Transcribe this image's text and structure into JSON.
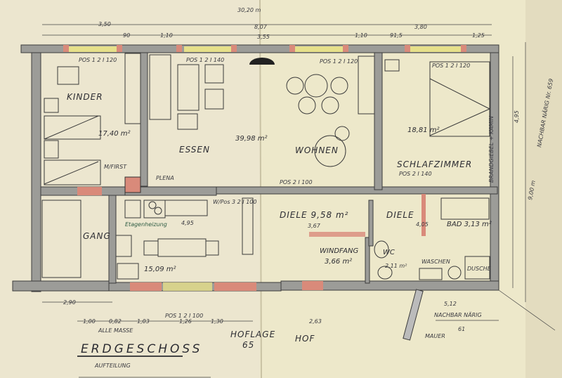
{
  "plan": {
    "title": "ERDGESCHOSS",
    "subtitle": "AUFTEILUNG",
    "note_dimensions": "ALLE MASSE",
    "overall_width": "30,20 m",
    "overall_depth": "9,00 m",
    "depth_dim": "4,95",
    "rooms": {
      "kinder": "KINDER",
      "kinder_area": "17,40 m²",
      "essen": "ESSEN",
      "wohnen": "WOHNEN",
      "wohnen_area": "39,98 m²",
      "schlafzimmer": "SCHLAFZIMMER",
      "schlaf_area": "18,81 m²",
      "gang": "GANG",
      "kueche_area": "15,09 m²",
      "kueche_dim": "4,95",
      "heizung": "Etagenheizung",
      "diele1": "DIELE 9,58 m²",
      "diele1_dim": "3,67",
      "diele2": "DIELE",
      "diele2_dim": "4,05",
      "bad": "BAD 3,13 m²",
      "windfang": "WINDFANG",
      "windfang_area": "3,66 m²",
      "wc": "WC",
      "wc_area": "2,11 m²",
      "waschen": "WASCHEN",
      "dusche": "DUSCHE",
      "plena": "PLENA",
      "first": "M/FIRST"
    },
    "windows": {
      "pos1": "POS 1 2 I 120",
      "pos1b": "POS 1 2 I 140",
      "pos2": "POS 1 2 I 120",
      "pos3": "POS 1 2 I 120",
      "pos_wp": "W/Pos 3 2 I 100",
      "pos_bottom": "POS 1 2 I 100",
      "pos_schlaf": "POS 2 I 140",
      "pos_wohn": "POS 2 I 100"
    },
    "dims_top": [
      "3,50",
      "90",
      "1,10",
      "8,07",
      "3,55",
      "1,10",
      "91,5",
      "3,80",
      "1,25"
    ],
    "dims_bottom": [
      "2,90",
      "1,00",
      "0,82",
      "1,03",
      "1,26",
      "1,30",
      "2,63"
    ],
    "outside": {
      "hoflage": "HOFLAGE",
      "hoflage_no": "65",
      "hof": "HOF",
      "nachbar": "NACHBAR NÄRIG",
      "nachbar_dim": "5,12",
      "nachbar_no": "61",
      "mauer": "MAUER",
      "brandgiebel": "BRANDGIEBEL + KAMIN",
      "nachbar_side": "NACHBAR NÄRIG Nr. 659"
    },
    "colors": {
      "paper": "#ece6cf",
      "wall": "#9c9c98",
      "red": "#d98a7a",
      "yellow": "#e6e08a",
      "green": "#2f5d44"
    }
  }
}
